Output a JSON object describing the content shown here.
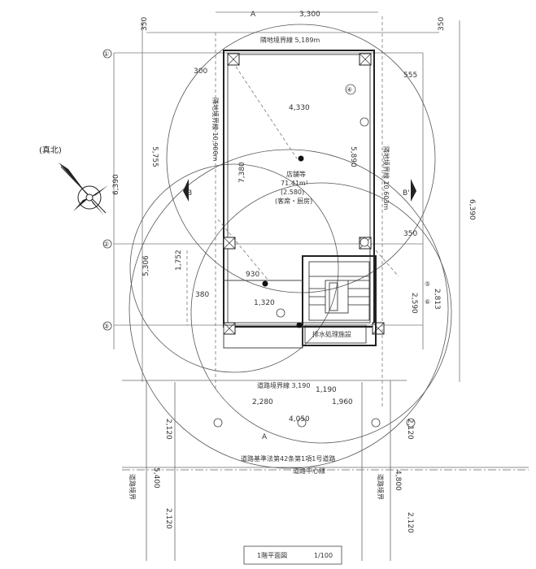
{
  "north": {
    "label": "(真北)"
  },
  "top_dims": {
    "a": "3,300",
    "b": "350",
    "c": "350"
  },
  "boundaries": {
    "top": "隣地境界線 5,189m",
    "left": "隣地境界線 10,900m",
    "right": "隣地境界線 10,603m",
    "road": "道路境界線 3,190"
  },
  "dims": {
    "inner_w": "4,330",
    "total_h_left": "6,390",
    "h_left_1": "5,755",
    "h_left_2": "5,306",
    "h_room": "7,380",
    "h_room_r": "5,890",
    "h_right_total": "6,390",
    "d_300_top": "300",
    "d_555": "555",
    "d_350_r": "350",
    "d_2590": "2,590",
    "d_2813": "2,813",
    "d_1752": "1,752",
    "d_380": "380",
    "d_1320": "1,320",
    "d_930": "930",
    "d_1960": "1,960",
    "d_2280": "2,280",
    "d_1190": "1,190",
    "d_4050": "4,050",
    "lower_l": "2,120",
    "lower_l2": "2,120",
    "lower_m": "5,400",
    "lower_r": "2,120",
    "lower_r2": "2,120",
    "lower_r_m": "4,800"
  },
  "rooms": {
    "main_name": "店舗等",
    "main_area": "71.41m²",
    "main_sub": "(2.580)",
    "main_note": "(客席・厨房)",
    "equipment": "排水処理施設"
  },
  "markers": {
    "m1": "①",
    "m2": "②",
    "m3": "③",
    "m4": "④",
    "m5": "⑤",
    "m6": "⑥",
    "a": "A",
    "b": "B",
    "bp": "B'"
  },
  "road": {
    "name": "道路基準法第42条第1項1号道路",
    "center": "道路中心線",
    "side_l": "道路境界",
    "side_r": "道路境界"
  },
  "title_block": {
    "title": "1階平面図",
    "scale": "1/100"
  }
}
